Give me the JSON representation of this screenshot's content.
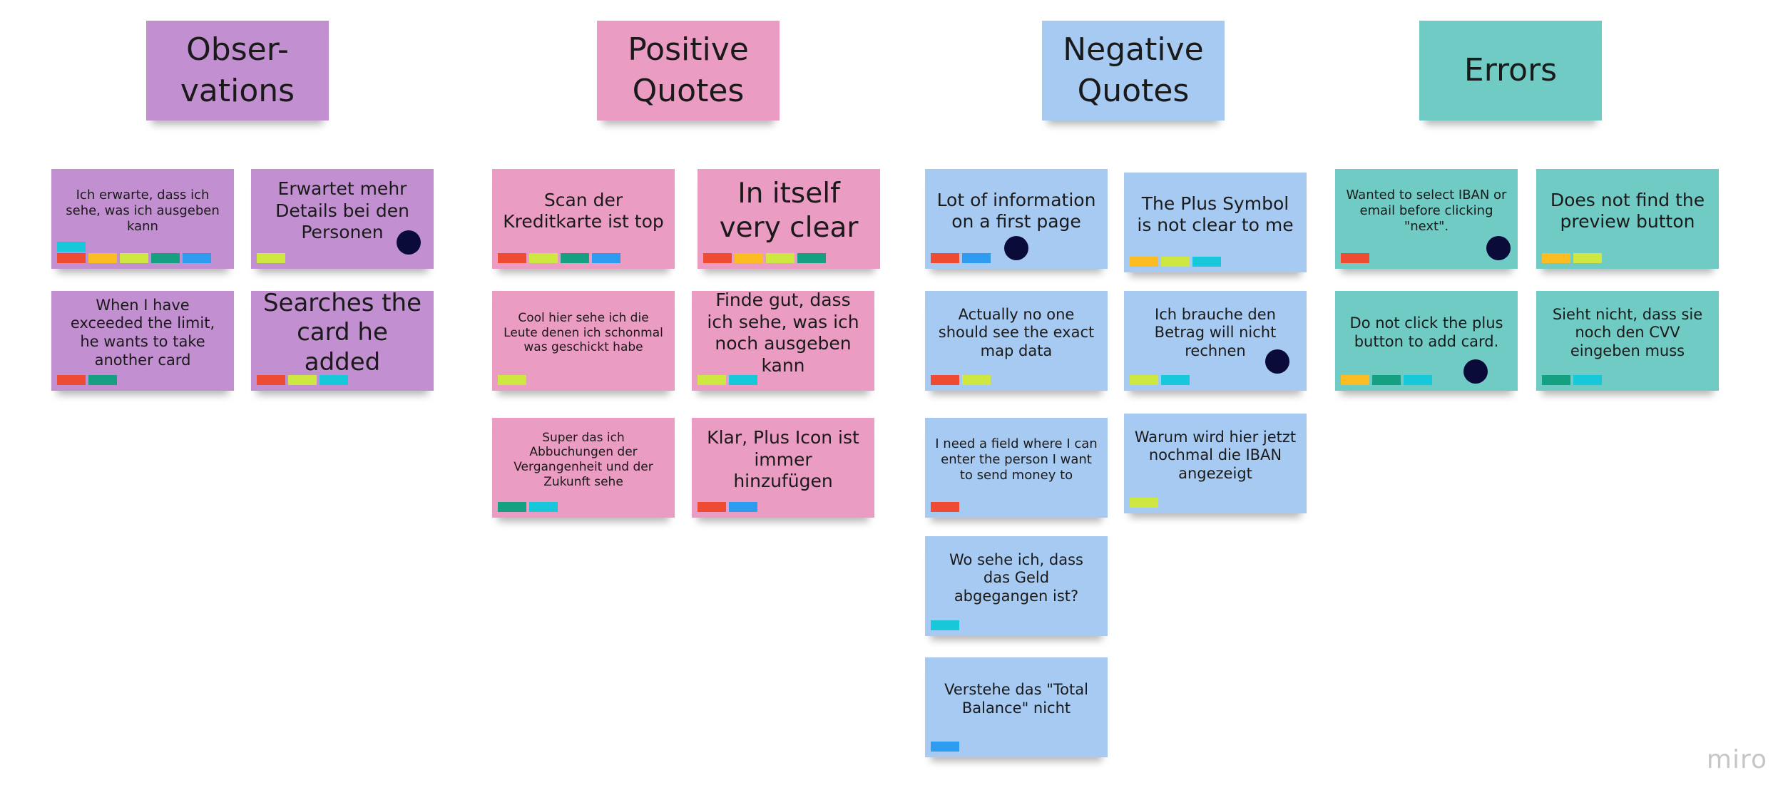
{
  "colors": {
    "purple": "#c28fd0",
    "pink": "#eb9cc3",
    "blue": "#a7caf2",
    "teal": "#6fcbc3",
    "tag_red": "#ef4a32",
    "tag_orange": "#fbbd22",
    "tag_lime": "#cee741",
    "tag_green": "#14a081",
    "tag_blue": "#2d9bf0",
    "tag_cyan": "#17c8db",
    "dot": "#0b0b3a"
  },
  "columns": [
    {
      "header": "Obser-\nvations",
      "notes": [
        {
          "text": "Ich erwarte, dass ich sehe, was ich ausgeben kann",
          "tags": [
            "red",
            "orange",
            "lime",
            "green",
            "blue"
          ],
          "extra_tags": [
            "cyan"
          ],
          "dot": false
        },
        {
          "text": "Erwartet mehr Details bei den Personen",
          "tags": [
            "lime"
          ],
          "dot": true
        },
        {
          "text": "When I have exceeded the limit, he wants to take another card",
          "tags": [
            "red",
            "green"
          ],
          "dot": false
        },
        {
          "text": "Searches the card he added",
          "tags": [
            "red",
            "lime",
            "cyan"
          ],
          "dot": false
        }
      ]
    },
    {
      "header": "Positive\nQuotes",
      "notes": [
        {
          "text": "Scan der Kreditkarte ist top",
          "tags": [
            "red",
            "lime",
            "green",
            "blue"
          ],
          "dot": false
        },
        {
          "text": "In itself very clear",
          "tags": [
            "red",
            "orange",
            "lime",
            "green"
          ],
          "dot": false
        },
        {
          "text": "Cool hier sehe ich die Leute denen ich schonmal was geschickt habe",
          "tags": [
            "lime"
          ],
          "dot": false
        },
        {
          "text": "Finde gut, dass ich sehe, was ich noch ausgeben kann",
          "tags": [
            "lime",
            "cyan"
          ],
          "dot": false
        },
        {
          "text": "Super das ich Abbuchungen der Vergangenheit und der Zukunft sehe",
          "tags": [
            "green",
            "cyan"
          ],
          "dot": false
        },
        {
          "text": "Klar,  Plus Icon ist immer hinzufügen",
          "tags": [
            "red",
            "blue"
          ],
          "dot": false
        }
      ]
    },
    {
      "header": "Negative\nQuotes",
      "notes": [
        {
          "text": "Lot of information on a first page",
          "tags": [
            "red",
            "blue"
          ],
          "dot": true
        },
        {
          "text": "The Plus Symbol is not clear to me",
          "tags": [
            "orange",
            "lime",
            "cyan"
          ],
          "dot": false
        },
        {
          "text": "Actually no one should see the exact map data",
          "tags": [
            "red",
            "lime"
          ],
          "dot": false
        },
        {
          "text": "Ich brauche den Betrag will nicht rechnen",
          "tags": [
            "lime",
            "cyan"
          ],
          "dot": true
        },
        {
          "text": "I need a field where I can enter the person I want to send money to",
          "tags": [
            "red"
          ],
          "dot": false
        },
        {
          "text": "Warum wird hier jetzt nochmal die IBAN angezeigt",
          "tags": [
            "lime"
          ],
          "dot": false
        },
        {
          "text": "Wo sehe ich, dass das Geld abgegangen ist?",
          "tags": [
            "cyan"
          ],
          "dot": false
        },
        {
          "text": "Verstehe das \"Total Balance\" nicht",
          "tags": [
            "blue"
          ],
          "dot": false
        }
      ]
    },
    {
      "header": "Errors",
      "notes": [
        {
          "text": "Wanted to select IBAN or email before clicking \"next\".",
          "tags": [
            "red"
          ],
          "dot": true
        },
        {
          "text": "Does not find the preview button",
          "tags": [
            "orange",
            "lime"
          ],
          "dot": false
        },
        {
          "text": "Do not click the plus button to add card.",
          "tags": [
            "orange",
            "green",
            "cyan"
          ],
          "dot": true
        },
        {
          "text": "Sieht nicht, dass sie noch den CVV eingeben muss",
          "tags": [
            "green",
            "cyan"
          ],
          "dot": false
        }
      ]
    }
  ],
  "brand": "miro"
}
